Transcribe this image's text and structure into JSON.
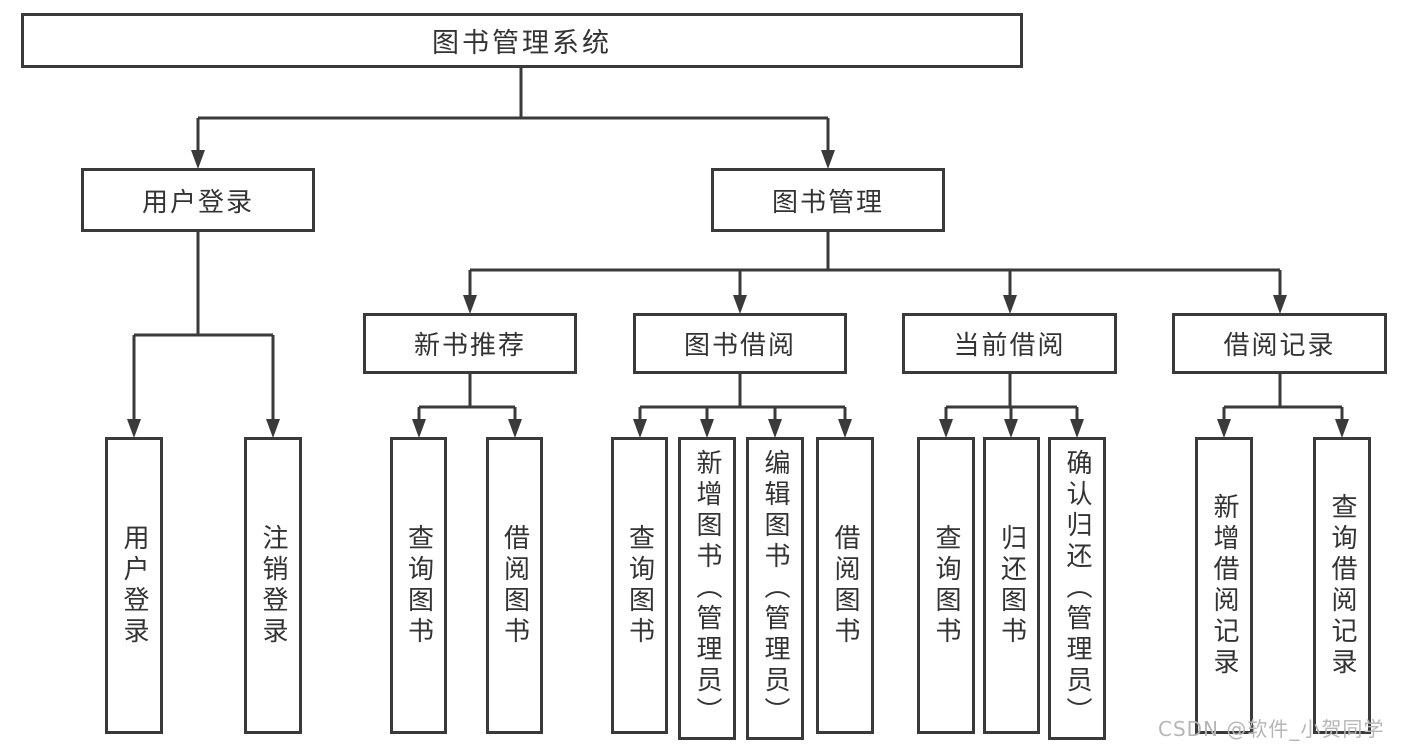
{
  "tree": {
    "root": {
      "label": "图书管理系统"
    },
    "children": [
      {
        "label": "用户登录",
        "children": [
          {
            "label": "用户登录"
          },
          {
            "label": "注销登录"
          }
        ]
      },
      {
        "label": "图书管理",
        "children": [
          {
            "label": "新书推荐",
            "children": [
              {
                "label": "查询图书"
              },
              {
                "label": "借阅图书"
              }
            ]
          },
          {
            "label": "图书借阅",
            "children": [
              {
                "label": "查询图书"
              },
              {
                "label": "新增图书（管理员）"
              },
              {
                "label": "编辑图书（管理员）"
              },
              {
                "label": "借阅图书"
              }
            ]
          },
          {
            "label": "当前借阅",
            "children": [
              {
                "label": "查询图书"
              },
              {
                "label": "归还图书"
              },
              {
                "label": "确认归还（管理员）"
              }
            ]
          },
          {
            "label": "借阅记录",
            "children": [
              {
                "label": "新增借阅记录"
              },
              {
                "label": "查询借阅记录"
              }
            ]
          }
        ]
      }
    ]
  },
  "watermark": {
    "text": "CSDN @软件_小贺同学"
  },
  "colors": {
    "line": "#3a3a3a",
    "text": "#333333",
    "watermark": "#b6b6b6",
    "background": "#ffffff"
  }
}
